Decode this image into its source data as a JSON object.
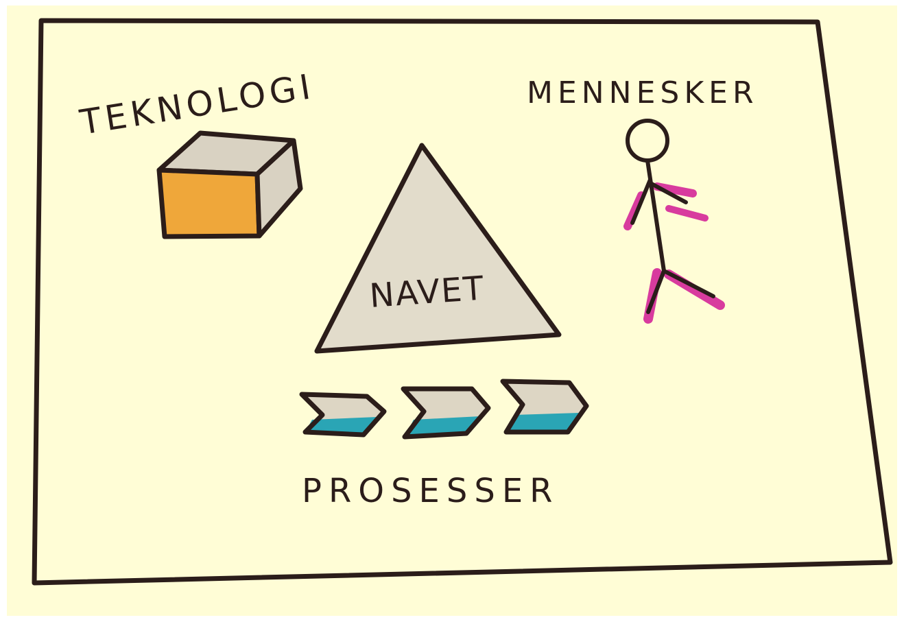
{
  "diagram": {
    "labels": {
      "technology": "TEKNOLOGI",
      "people": "MENNESKER",
      "hub": "NAVET",
      "processes": "PROSESSER"
    },
    "colors": {
      "paper": "#fffdd6",
      "ink": "#2b1d1a",
      "box_fill": "#efa73a",
      "box_side": "#d9d2c2",
      "triangle_fill": "#e2dccb",
      "person_accent": "#d83b9e",
      "process_band": "#2aa5b5",
      "process_top": "#ddd6c4"
    },
    "icons": {
      "technology": "box-icon",
      "people": "stick-figure-icon",
      "hub": "triangle-icon",
      "processes": "chevron-arrow-icon"
    }
  }
}
